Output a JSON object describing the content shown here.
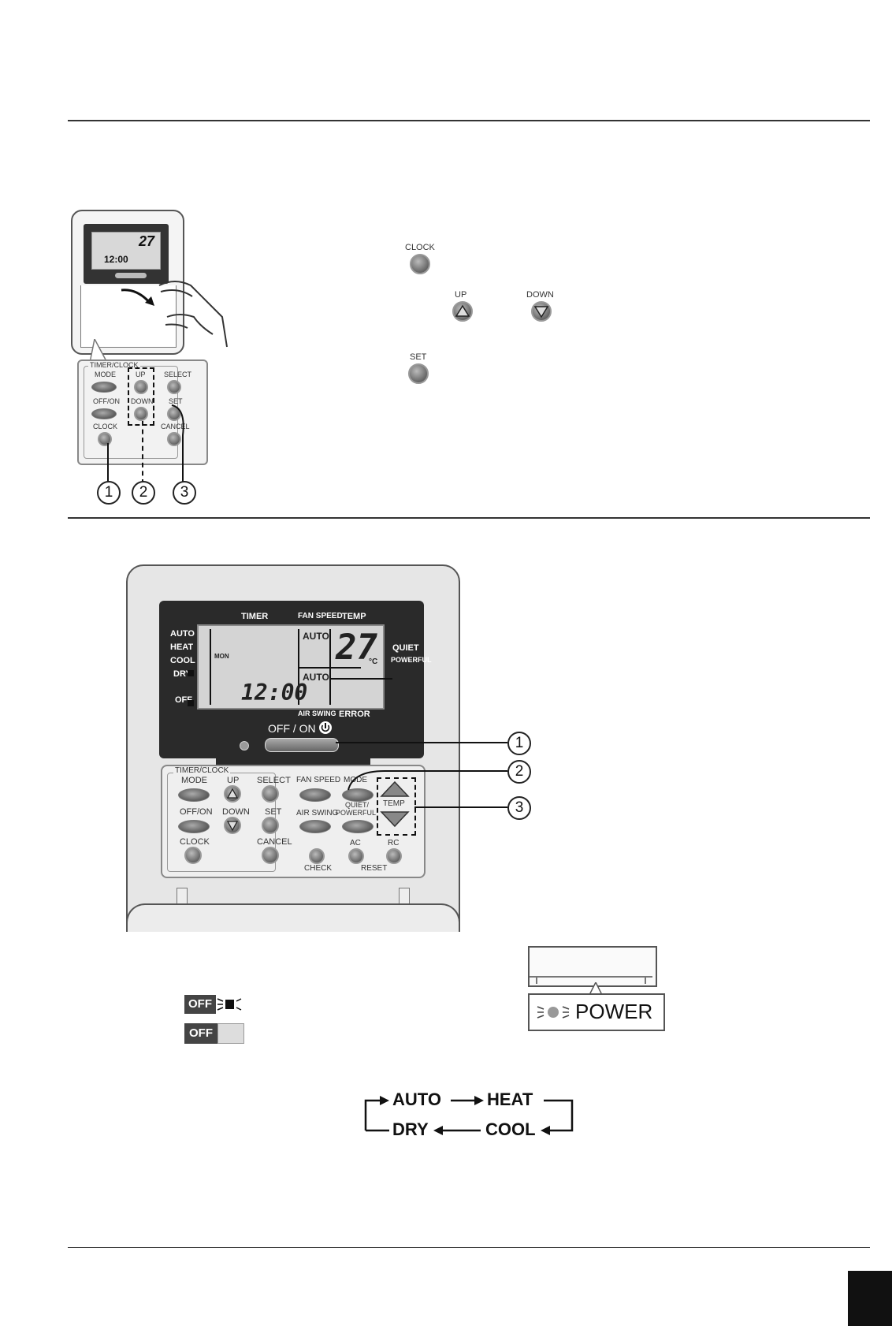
{
  "remote_small": {
    "lcd_temp": "27",
    "lcd_time": "12:00",
    "group_label": "TIMER/CLOCK",
    "buttons": {
      "mode": "MODE",
      "up": "UP",
      "select": "SELECT",
      "offon": "OFF/ON",
      "down": "DOWN",
      "set": "SET",
      "clock": "CLOCK",
      "cancel": "CANCEL"
    },
    "callouts": [
      "1",
      "2",
      "3"
    ]
  },
  "steps_icons": {
    "clock": "CLOCK",
    "up": "UP",
    "down": "DOWN",
    "set": "SET"
  },
  "remote_large": {
    "lcd": {
      "timer": "TIMER",
      "fan_speed": "FAN SPEED",
      "temp": "TEMP",
      "auto_mode": "AUTO",
      "heat": "HEAT",
      "cool": "COOL",
      "dry": "DRY",
      "off": "OFF",
      "mon": "MON",
      "fan_auto": "AUTO",
      "swing_auto": "AUTO",
      "temperature": "27",
      "unit": "°C",
      "time": "12:00",
      "quiet": "QUIET",
      "powerful": "POWERFUL",
      "air_swing": "AIR SWING",
      "error": "ERROR"
    },
    "offon_label": "OFF / ON",
    "group_label": "TIMER/CLOCK",
    "buttons": {
      "mode": "MODE",
      "up": "UP",
      "select": "SELECT",
      "offon": "OFF/ON",
      "down": "DOWN",
      "set": "SET",
      "clock": "CLOCK",
      "cancel": "CANCEL",
      "fan_speed": "FAN SPEED",
      "mode2": "MODE",
      "air_swing": "AIR SWING",
      "quiet_powerful_1": "QUIET/",
      "quiet_powerful_2": "POWERFUL",
      "temp": "TEMP",
      "ac": "AC",
      "rc": "RC",
      "check": "CHECK",
      "reset": "RESET"
    },
    "callouts": [
      "1",
      "2",
      "3"
    ]
  },
  "off_indicator": {
    "blink": "OFF",
    "steady": "OFF"
  },
  "power_indicator": {
    "label": "POWER"
  },
  "mode_cycle": [
    "AUTO",
    "HEAT",
    "COOL",
    "DRY"
  ]
}
